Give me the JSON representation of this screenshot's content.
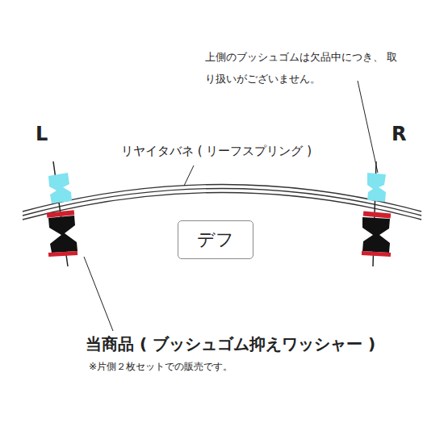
{
  "diagram": {
    "nodes": [
      {
        "text": [
          "デフ"
        ]
      }
    ],
    "labels": [
      "上側のブッシュゴムは欠品中につき、 取り扱いがございません。",
      "L",
      "R",
      "リヤイタバネ ( リーフスプリング )",
      "当商品 ( ブッシュゴム抑えワッシャー )",
      "※片側２枚セットでの販売です。"
    ]
  }
}
